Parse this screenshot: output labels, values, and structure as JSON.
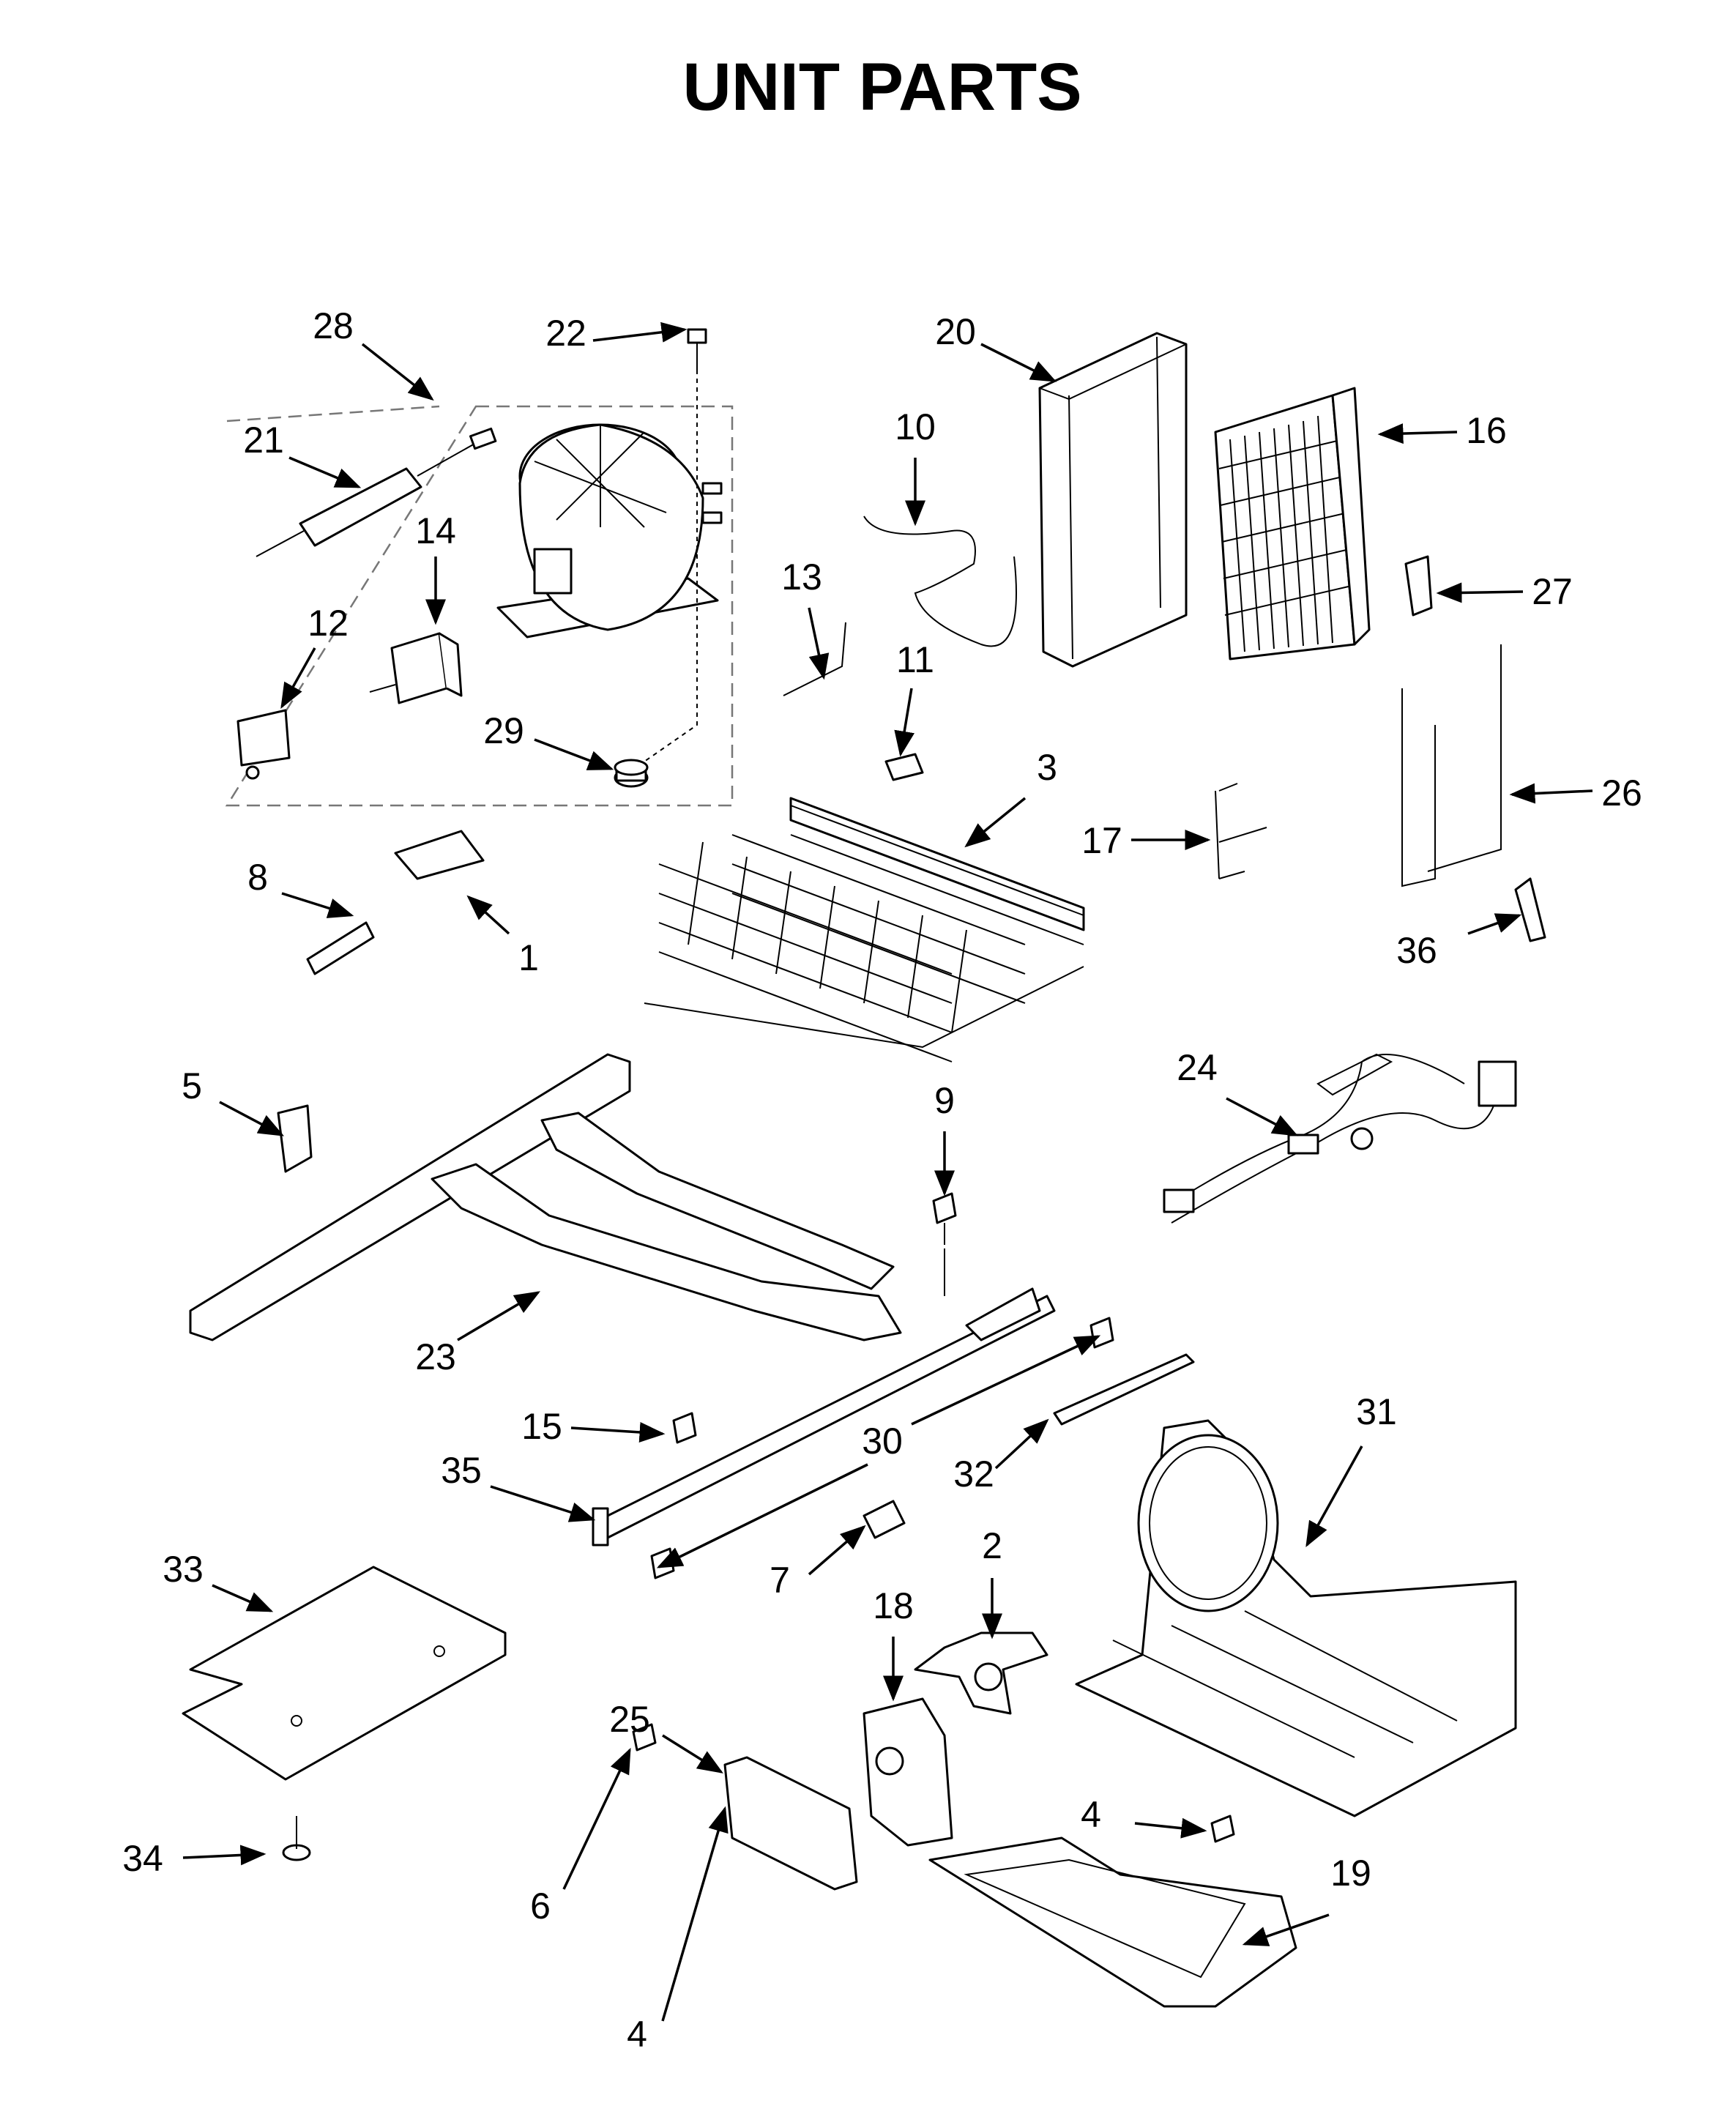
{
  "title": "UNIT PARTS",
  "callouts": [
    {
      "id": "c28",
      "label": "28"
    },
    {
      "id": "c22",
      "label": "22"
    },
    {
      "id": "c20",
      "label": "20"
    },
    {
      "id": "c10",
      "label": "10"
    },
    {
      "id": "c16",
      "label": "16"
    },
    {
      "id": "c21",
      "label": "21"
    },
    {
      "id": "c14",
      "label": "14"
    },
    {
      "id": "c13",
      "label": "13"
    },
    {
      "id": "c27",
      "label": "27"
    },
    {
      "id": "c12",
      "label": "12"
    },
    {
      "id": "c11",
      "label": "11"
    },
    {
      "id": "c3",
      "label": "3"
    },
    {
      "id": "c29",
      "label": "29"
    },
    {
      "id": "c26",
      "label": "26"
    },
    {
      "id": "c17",
      "label": "17"
    },
    {
      "id": "c8",
      "label": "8"
    },
    {
      "id": "c1",
      "label": "1"
    },
    {
      "id": "c36",
      "label": "36"
    },
    {
      "id": "c24",
      "label": "24"
    },
    {
      "id": "c5",
      "label": "5"
    },
    {
      "id": "c9",
      "label": "9"
    },
    {
      "id": "c23",
      "label": "23"
    },
    {
      "id": "c31",
      "label": "31"
    },
    {
      "id": "c15",
      "label": "15"
    },
    {
      "id": "c30",
      "label": "30"
    },
    {
      "id": "c35",
      "label": "35"
    },
    {
      "id": "c32",
      "label": "32"
    },
    {
      "id": "c33",
      "label": "33"
    },
    {
      "id": "c2",
      "label": "2"
    },
    {
      "id": "c7",
      "label": "7"
    },
    {
      "id": "c18",
      "label": "18"
    },
    {
      "id": "c25",
      "label": "25"
    },
    {
      "id": "c4a",
      "label": "4"
    },
    {
      "id": "c19",
      "label": "19"
    },
    {
      "id": "c34",
      "label": "34"
    },
    {
      "id": "c6",
      "label": "6"
    },
    {
      "id": "c4b",
      "label": "4"
    }
  ]
}
